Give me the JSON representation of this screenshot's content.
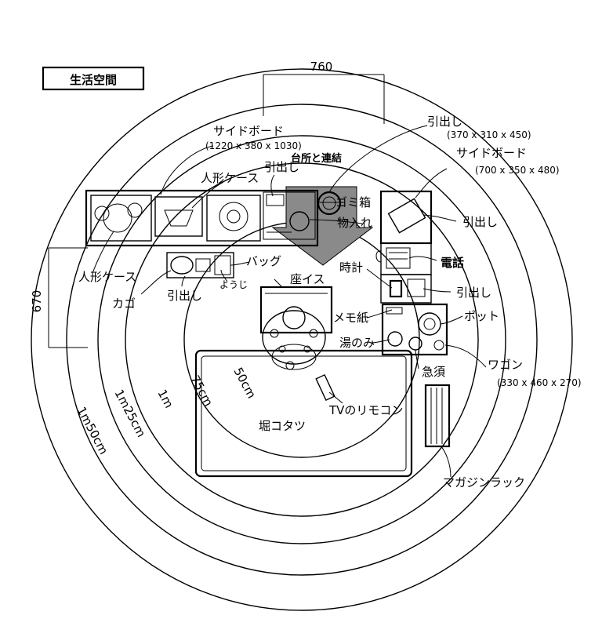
{
  "title": "生活空間",
  "dimensions": {
    "width_top": "760",
    "height_left": "670"
  },
  "ring_labels": [
    "50cm",
    "75cm",
    "1m",
    "1m25cm",
    "1m50cm"
  ],
  "items": {
    "sideboard_left": "サイドボード",
    "sideboard_left_size": "(1220 x 380 x 1030)",
    "kitchen_link": "台所と連結",
    "drawer_top_right": "引出し",
    "drawer_top_right_size": "(370 x 310 x 450)",
    "sideboard_right": "サイドボード",
    "sideboard_right_size": "(700 x 350 x 480)",
    "doll_case_top": "人形ケース",
    "drawer_top": "引出し",
    "trash": "ゴミ箱",
    "storage": "物入れ",
    "drawer_right_top": "引出し",
    "doll_case_left": "人形ケース",
    "bag": "バッグ",
    "phone": "電話",
    "clock": "時計",
    "youji": "ようじ",
    "chair": "座イス",
    "drawer_right_mid": "引出し",
    "basket": "カゴ",
    "drawer_left": "引出し",
    "memo": "メモ紙",
    "pot": "ポット",
    "teacup": "湯のみ",
    "teapot": "急須",
    "wagon": "ワゴン",
    "wagon_size": "(330 x 460 x 270)",
    "tv_remote": "TVのリモコン",
    "kotatsu": "堀コタツ",
    "magazine_rack": "マガジンラック"
  }
}
